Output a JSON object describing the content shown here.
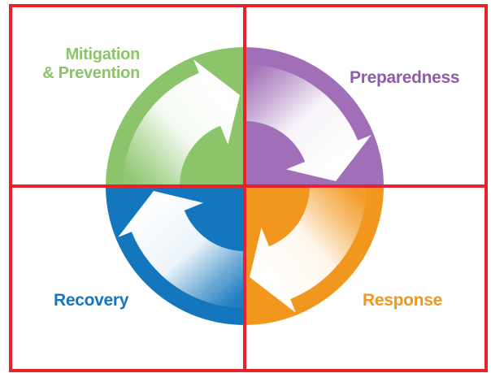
{
  "diagram": {
    "type": "cycle-quadrant-diagram",
    "flow_direction": "clockwise",
    "cycle_order": [
      "Mitigation & Prevention",
      "Preparedness",
      "Response",
      "Recovery"
    ],
    "labels": {
      "mitigation_line1": "Mitigation",
      "mitigation_line2": "& Prevention",
      "preparedness": "Preparedness",
      "recovery": "Recovery",
      "response": "Response"
    },
    "colors": {
      "green": "#8cc46b",
      "purple": "#a16fb7",
      "purple_text": "#8e5ca8",
      "blue": "#1477bd",
      "orange": "#f2971d",
      "red": "#e8212d",
      "arrow": "#ffffff",
      "background": "#ffffff"
    }
  }
}
